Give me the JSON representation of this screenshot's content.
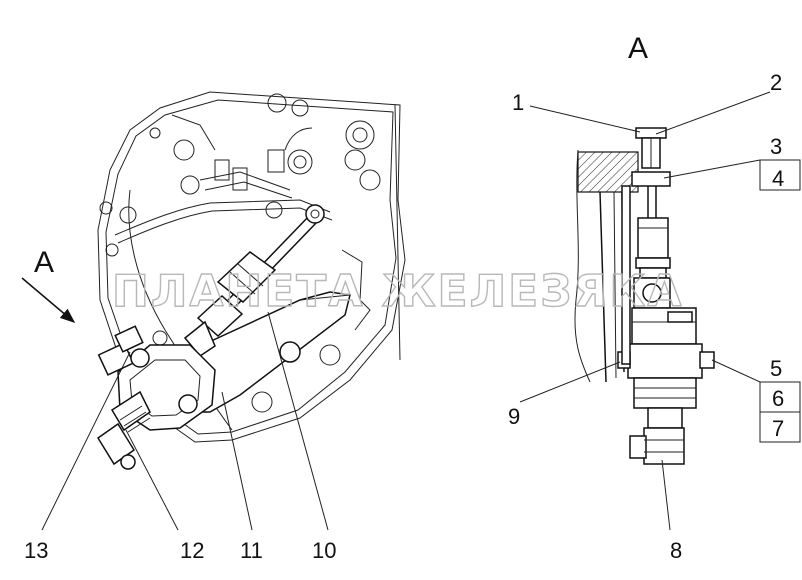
{
  "view": {
    "arrow_label_left": "A",
    "view_label_right": "A"
  },
  "watermark": "ПЛАНЕТА ЖЕЛЕЗЯКА",
  "callouts_left": [
    "13",
    "12",
    "11",
    "10"
  ],
  "callouts_right": [
    "1",
    "2",
    "3",
    "4",
    "5",
    "6",
    "7",
    "8",
    "9"
  ]
}
